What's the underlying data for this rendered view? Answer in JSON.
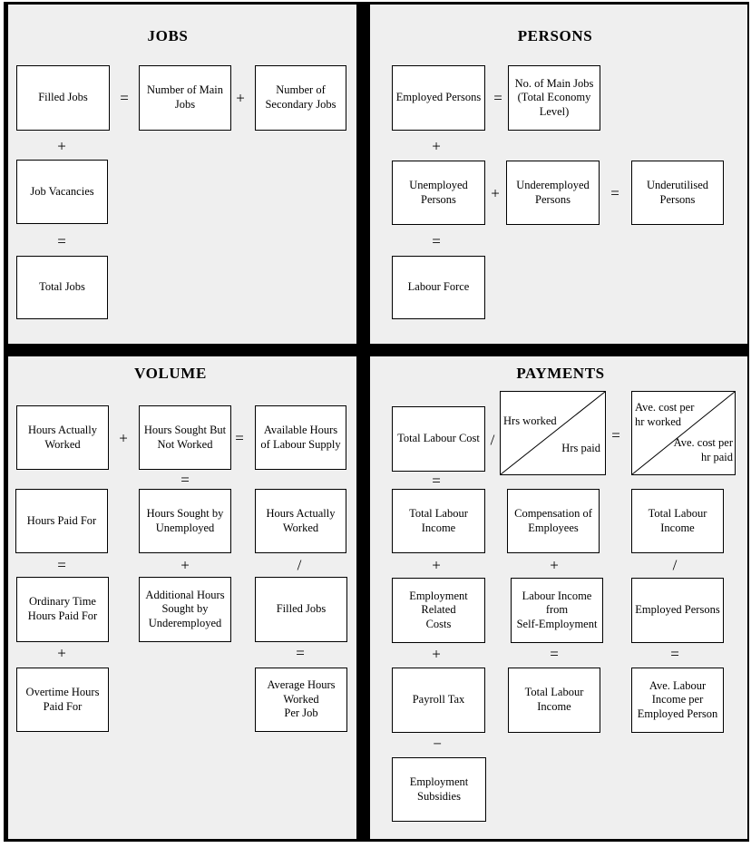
{
  "colors": {
    "background": "#efefef",
    "frame": "#000000",
    "box_background": "#ffffff",
    "text": "#000000"
  },
  "operators": {
    "plus": "+",
    "equals": "=",
    "divide": "/",
    "minus": "−"
  },
  "jobs": {
    "title": "JOBS",
    "filled_jobs": "Filled Jobs",
    "number_of_main_jobs": "Number of Main\nJobs",
    "number_of_secondary_jobs": "Number of\nSecondary Jobs",
    "job_vacancies": "Job Vacancies",
    "total_jobs": "Total Jobs"
  },
  "persons": {
    "title": "PERSONS",
    "employed_persons": "Employed Persons",
    "no_of_main_jobs": "No. of Main Jobs\n(Total Economy\nLevel)",
    "unemployed_persons": "Unemployed\nPersons",
    "underemployed_persons": "Underemployed\nPersons",
    "underutilised_persons": "Underutilised\nPersons",
    "labour_force": "Labour Force"
  },
  "volume": {
    "title": "VOLUME",
    "hours_actually_worked": "Hours Actually\nWorked",
    "hours_sought_but_not_worked": "Hours Sought But\nNot Worked",
    "available_hours_of_labour_supply": "Available Hours\nof Labour Supply",
    "hours_paid_for": "Hours Paid For",
    "hours_sought_by_unemployed": "Hours Sought by\nUnemployed",
    "hours_actually_worked_2": "Hours Actually\nWorked",
    "ordinary_time_hours_paid_for": "Ordinary Time\nHours Paid For",
    "additional_hours_sought_by_underemployed": "Additional Hours\nSought by\nUnderemployed",
    "filled_jobs": "Filled Jobs",
    "overtime_hours_paid_for": "Overtime Hours\nPaid For",
    "average_hours_worked_per_job": "Average Hours\nWorked\nPer Job"
  },
  "payments": {
    "title": "PAYMENTS",
    "total_labour_cost": "Total Labour Cost",
    "hrs_worked": "Hrs worked",
    "hrs_paid": "Hrs paid",
    "ave_cost_per_hr_worked": "Ave. cost per\nhr worked",
    "ave_cost_per_hr_paid": "Ave. cost per\nhr paid",
    "total_labour_income_1": "Total Labour\nIncome",
    "compensation_of_employees": "Compensation of\nEmployees",
    "total_labour_income_right": "Total Labour\nIncome",
    "employment_related_costs": "Employment\nRelated\nCosts",
    "labour_income_from_self_employment": "Labour Income\nfrom\nSelf-Employment",
    "employed_persons": "Employed Persons",
    "payroll_tax": "Payroll Tax",
    "total_labour_income_2": "Total Labour\nIncome",
    "ave_labour_income_per_employed_person": "Ave. Labour\nIncome per\nEmployed Person",
    "employment_subsidies": "Employment\nSubsidies"
  }
}
